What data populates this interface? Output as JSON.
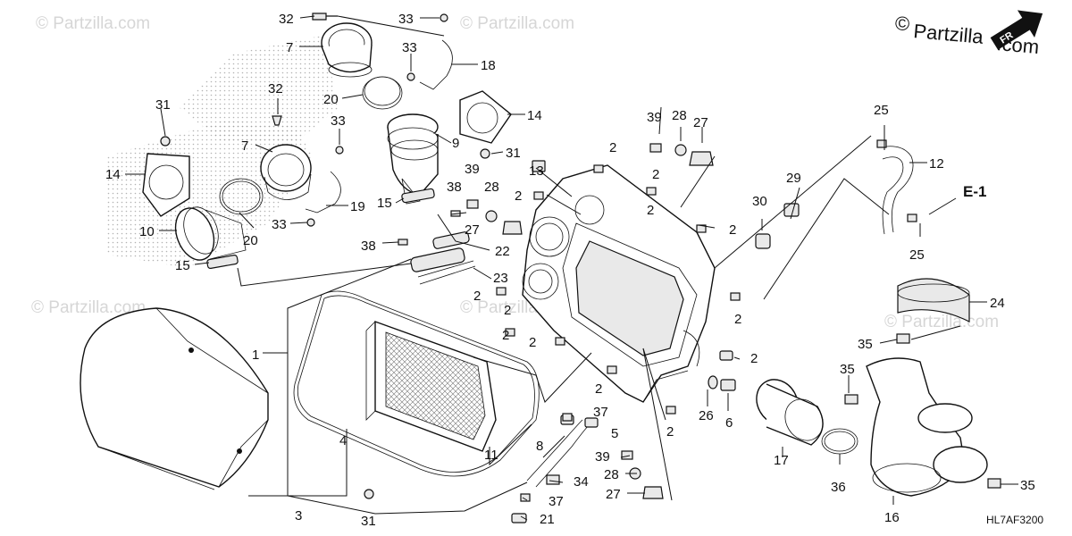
{
  "watermark": "© Partzilla.com",
  "brand": {
    "symbol": "©",
    "name": "Partzilla",
    "suffix": ".com"
  },
  "fr_label": "FR",
  "section_ref": "E-1",
  "diagram_code": "HL7AF3200",
  "callouts": {
    "c1": "1",
    "c2": "2",
    "c3": "3",
    "c4": "4",
    "c5": "5",
    "c6": "6",
    "c7": "7",
    "c8": "8",
    "c9": "9",
    "c10": "10",
    "c11": "11",
    "c12": "12",
    "c13": "13",
    "c14": "14",
    "c15": "15",
    "c16": "16",
    "c17": "17",
    "c18": "18",
    "c19": "19",
    "c20": "20",
    "c21": "21",
    "c22": "22",
    "c23": "23",
    "c24": "24",
    "c25": "25",
    "c26": "26",
    "c27": "27",
    "c28": "28",
    "c29": "29",
    "c30": "30",
    "c31": "31",
    "c32": "32",
    "c33": "33",
    "c34": "34",
    "c35": "35",
    "c36": "36",
    "c37": "37",
    "c38": "38",
    "c39": "39"
  }
}
